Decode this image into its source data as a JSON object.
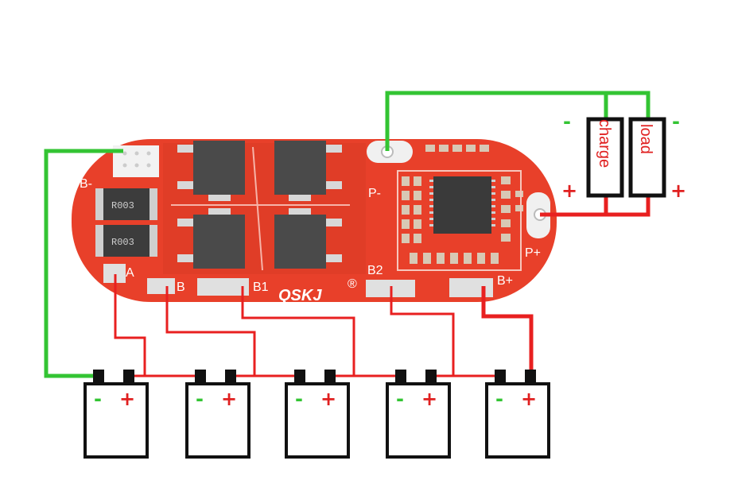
{
  "board": {
    "brand": "QSKJ",
    "registered_mark": "®",
    "labels": {
      "b_minus": "B-",
      "p_minus": "P-",
      "p_plus": "P+",
      "b_plus": "B+",
      "b": "B",
      "b1": "B1",
      "b2": "B2",
      "a": "A"
    },
    "resistor_values": [
      "R003",
      "R003"
    ],
    "ic_text": "",
    "colors": {
      "pcb": "#e8402a",
      "pcb_dark": "#d2321f",
      "mosfet": "#4a4a4a",
      "wire_positive": "#e82020",
      "wire_negative": "#33c433"
    }
  },
  "loads": {
    "charge_label": "charge",
    "load_label": "load",
    "minus_left": "-",
    "minus_right": "-",
    "plus_left": "+",
    "plus_right": "+"
  },
  "cells": [
    {
      "minus": "-",
      "plus": "+"
    },
    {
      "minus": "-",
      "plus": "+"
    },
    {
      "minus": "-",
      "plus": "+"
    },
    {
      "minus": "-",
      "plus": "+"
    },
    {
      "minus": "-",
      "plus": "+"
    }
  ]
}
